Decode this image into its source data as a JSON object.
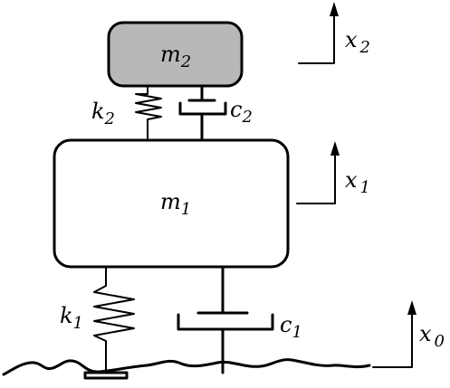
{
  "labels": {
    "m2": {
      "base": "m",
      "sub": "2"
    },
    "m1": {
      "base": "m",
      "sub": "1"
    },
    "k2": {
      "base": "k",
      "sub": "2"
    },
    "c2": {
      "base": "c",
      "sub": "2"
    },
    "k1": {
      "base": "k",
      "sub": "1"
    },
    "c1": {
      "base": "c",
      "sub": "1"
    },
    "x2": {
      "base": "x",
      "sub": "2"
    },
    "x1": {
      "base": "x",
      "sub": "1"
    },
    "x0": {
      "base": "x",
      "sub": "0"
    }
  },
  "colors": {
    "ink": "#000000",
    "mass2_fill": "#b8b8b8",
    "mass1_fill": "#ffffff"
  }
}
